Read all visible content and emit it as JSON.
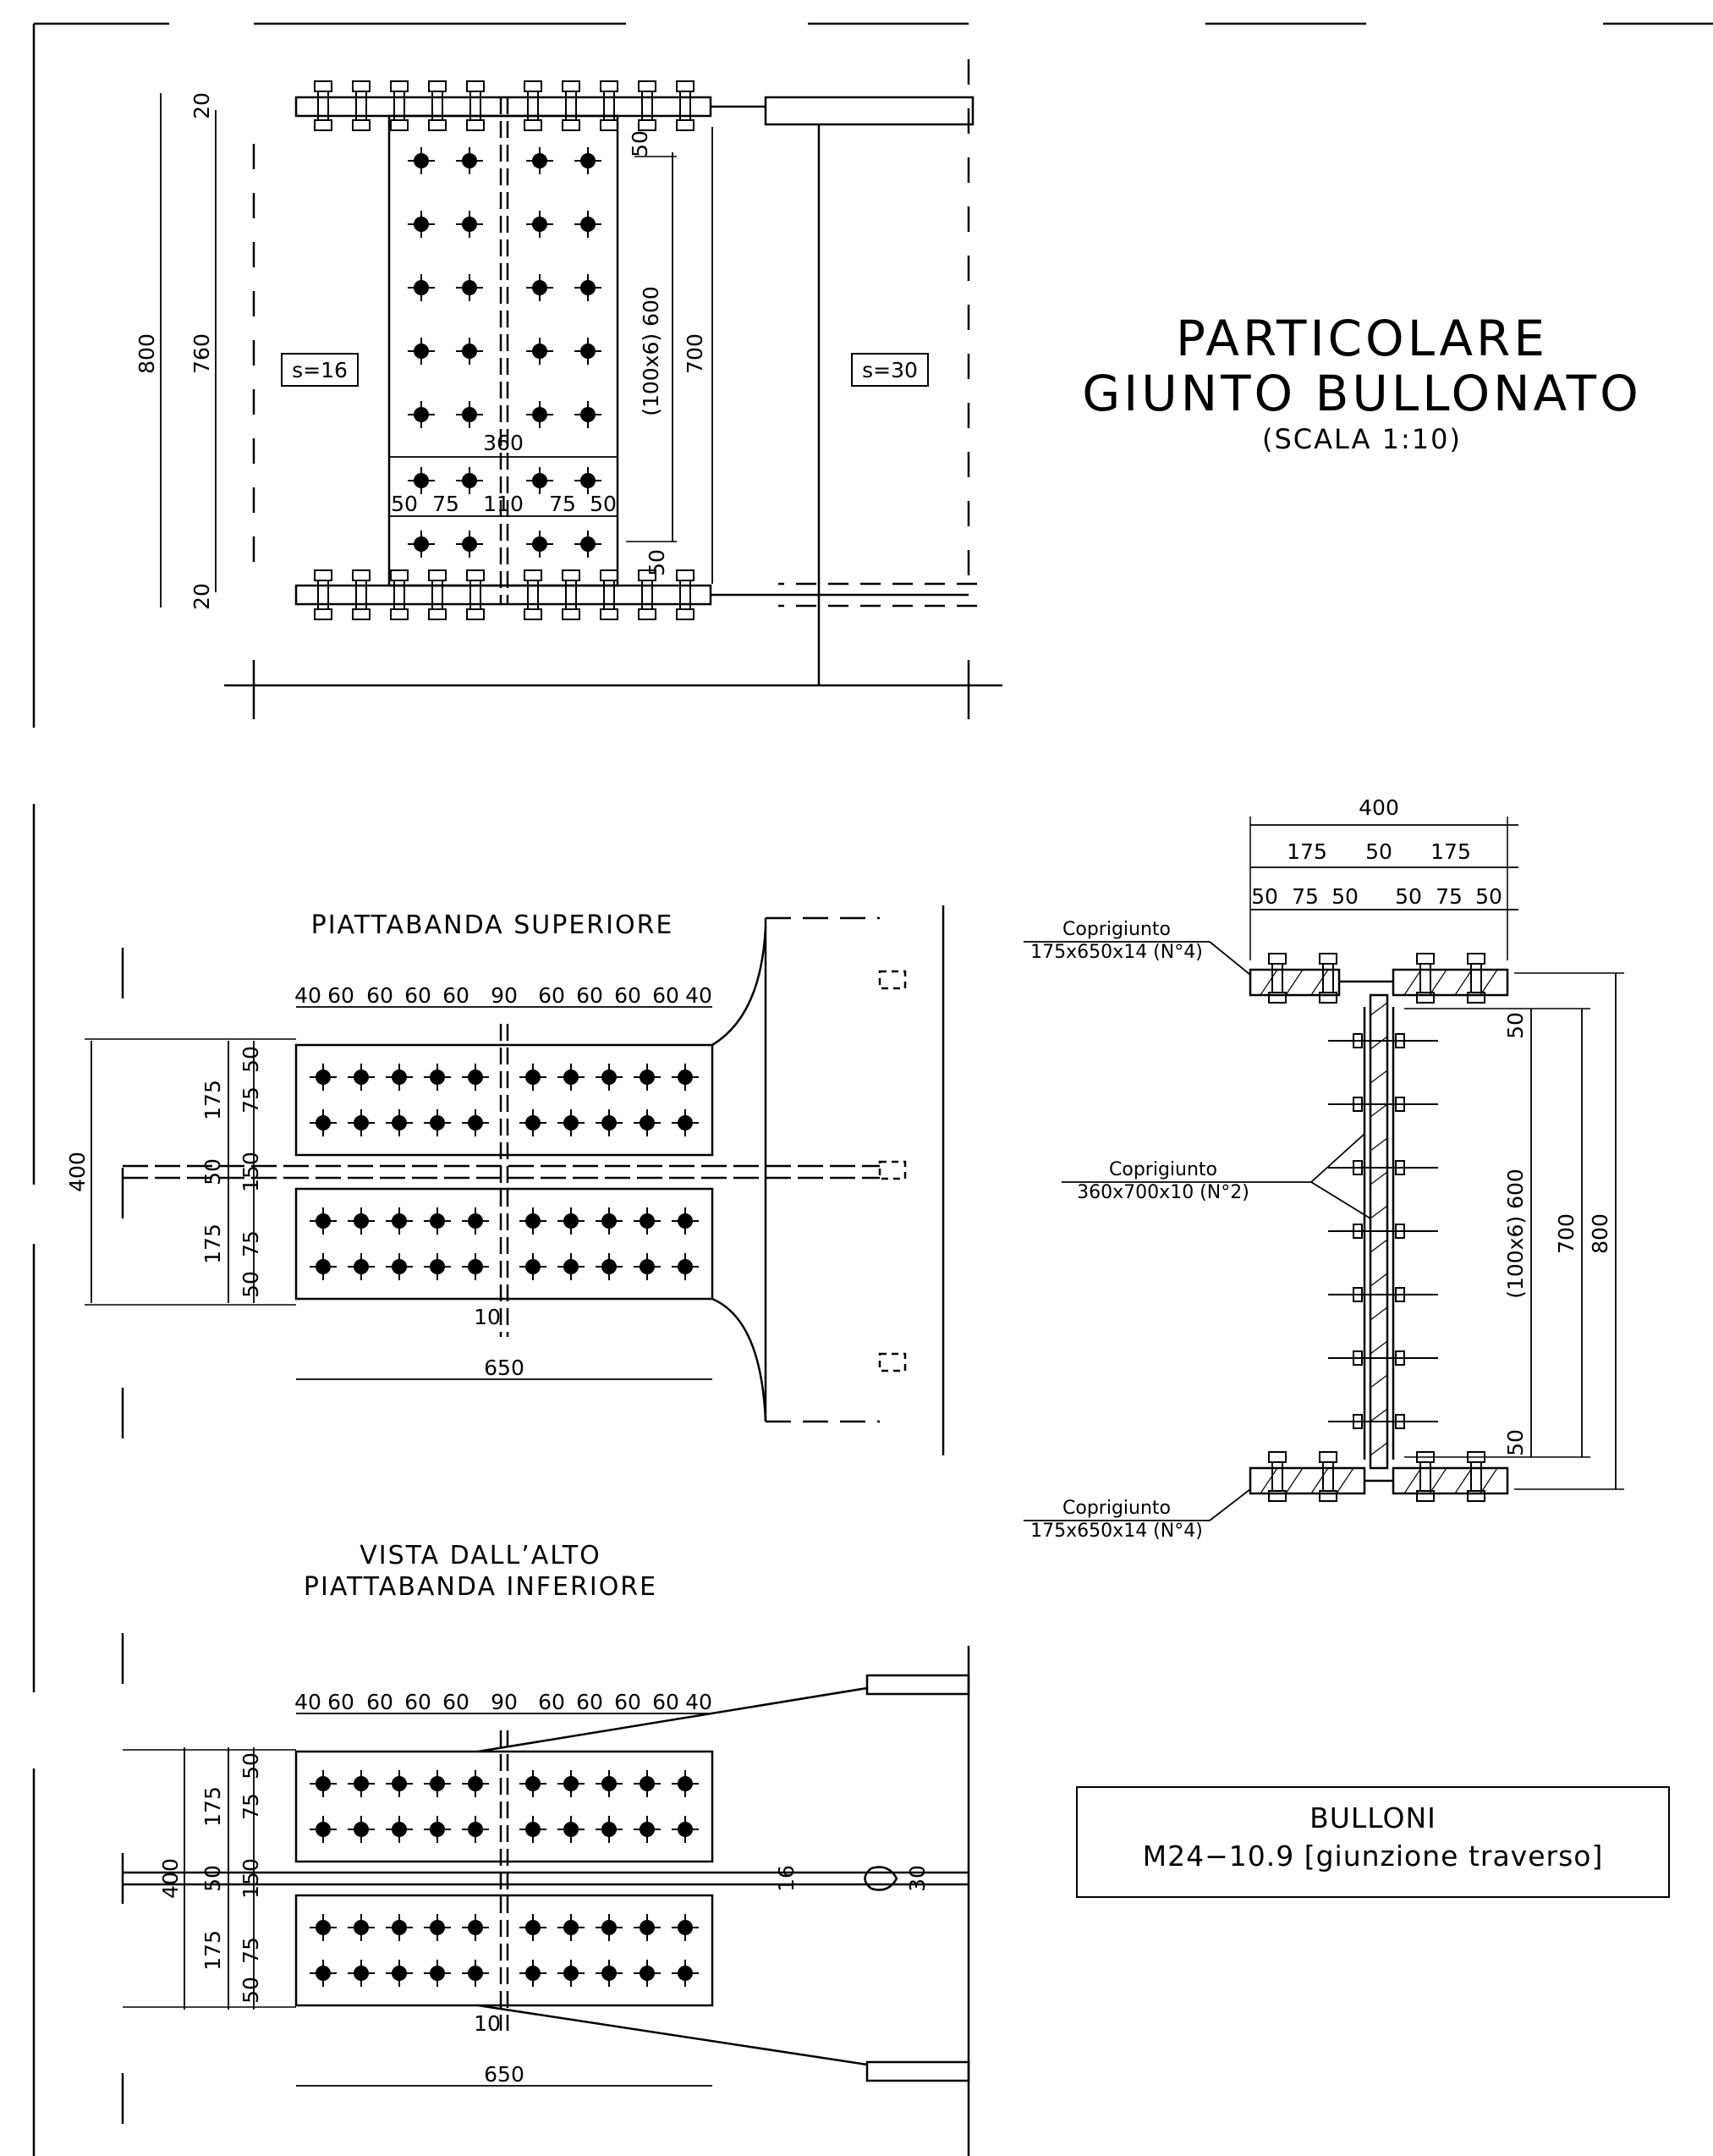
{
  "title": {
    "line1": "PARTICOLARE",
    "line2": "GIUNTO  BULLONATO",
    "scale": "(SCALA  1:10)"
  },
  "elevation": {
    "thickness_left": "s=16",
    "thickness_right": "s=30",
    "dims": {
      "total": "800",
      "inner": "760",
      "top_flange": "20",
      "bottom_flange": "20",
      "pitch": "(100x6)  600",
      "pitch_total": "700",
      "edge_top": "50",
      "edge_bottom": "50",
      "width": "360",
      "s1": "50",
      "s2": "75",
      "s3": "110",
      "s4": "75",
      "s5": "50"
    }
  },
  "top_flange": {
    "title": "PIATTABANDA  SUPERIORE",
    "x_spacing": [
      "40",
      "60",
      "60",
      "60",
      "60",
      "90",
      "60",
      "60",
      "60",
      "60",
      "40"
    ],
    "width": "400",
    "y_dims": [
      "175",
      "50",
      "75",
      "50",
      "150",
      "175",
      "75",
      "50"
    ],
    "gap": "10",
    "length": "650"
  },
  "bottom_flange": {
    "title_line1": "VISTA  DALL’ALTO",
    "title_line2": "PIATTABANDA  INFERIORE",
    "x_spacing": [
      "40",
      "60",
      "60",
      "60",
      "60",
      "90",
      "60",
      "60",
      "60",
      "60",
      "40"
    ],
    "width": "400",
    "y_dims": [
      "175",
      "50",
      "75",
      "50",
      "150",
      "175",
      "75",
      "50"
    ],
    "gap": "10",
    "length": "650",
    "web_left": "16",
    "web_right": "30"
  },
  "section": {
    "width": "400",
    "half_left": "175",
    "center": "50",
    "half_right": "175",
    "bolt_spacing": [
      "50",
      "75",
      "50",
      "50",
      "75",
      "50"
    ],
    "cover_top_label": "Coprigiunto",
    "cover_top_size": "175x650x14  (N°4)",
    "cover_web_label": "Coprigiunto",
    "cover_web_size": "360x700x10  (N°2)",
    "cover_bottom_label": "Coprigiunto",
    "cover_bottom_size": "175x650x14  (N°4)",
    "edge_top": "50",
    "pitch": "(100x6)  600",
    "pitch_total": "700",
    "total": "800",
    "edge_bottom": "50"
  },
  "bolts_box": {
    "line1": "BULLONI",
    "line2": "M24−10.9  [giunzione  traverso]"
  }
}
